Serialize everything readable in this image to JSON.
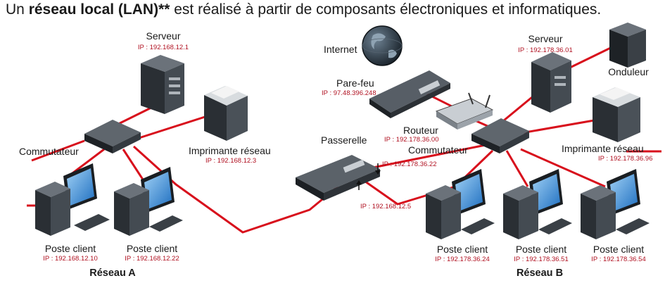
{
  "title": {
    "prefix": "Un ",
    "bold": "réseau local (LAN)**",
    "suffix": " est réalisé à partir de composants électroniques et informatiques."
  },
  "colors": {
    "link": "#d8101c",
    "ip": "#b01020",
    "device": "#2e3338"
  },
  "networks": {
    "a": "Réseau A",
    "b": "Réseau B"
  },
  "internet": {
    "label": "Internet",
    "icon": "globe-icon"
  },
  "firewall": {
    "label": "Pare-feu",
    "ip": "IP : 97.48.396.248"
  },
  "gateway": {
    "label": "Passerelle",
    "ip_b": "IP : 192.178.36.22",
    "ip_a": "IP : 192.168.12.5"
  },
  "router": {
    "label": "Routeur",
    "ip": "IP : 192.178.36.00"
  },
  "ups": {
    "label": "Onduleur"
  },
  "a": {
    "server": {
      "label": "Serveur",
      "ip": "IP : 192.168.12.1"
    },
    "switch": {
      "label": "Commutateur"
    },
    "printer": {
      "label": "Imprimante réseau",
      "ip": "IP : 192.168.12.3"
    },
    "client1": {
      "label": "Poste client",
      "ip": "IP : 192.168.12.10"
    },
    "client2": {
      "label": "Poste client",
      "ip": "IP : 192.168.12.22"
    }
  },
  "b": {
    "server": {
      "label": "Serveur",
      "ip": "IP : 192.178.36.01"
    },
    "switch": {
      "label": "Commutateur"
    },
    "printer": {
      "label": "Imprimante réseau",
      "ip": "IP : 192.178.36.96"
    },
    "client1": {
      "label": "Poste client",
      "ip": "IP : 192.178.36.24"
    },
    "client2": {
      "label": "Poste client",
      "ip": "IP : 192.178.36.51"
    },
    "client3": {
      "label": "Poste client",
      "ip": "IP : 192.178.36.54"
    }
  }
}
